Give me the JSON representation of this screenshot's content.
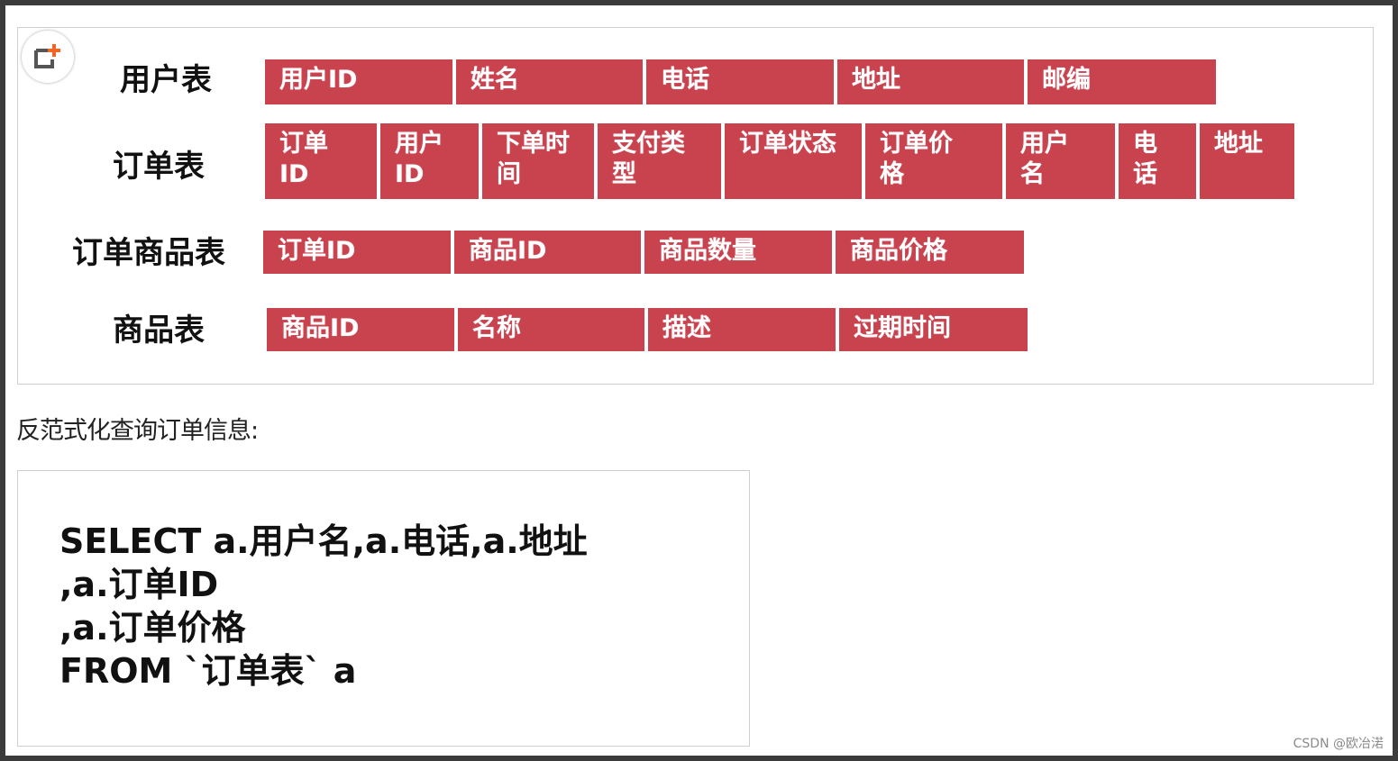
{
  "tables": [
    {
      "name": "用户表",
      "fields": [
        "用户ID",
        "姓名",
        "电话",
        "地址",
        "邮编"
      ]
    },
    {
      "name": "订单表",
      "fields": [
        "订单\nID",
        "用户\nID",
        "下单时\n间",
        "支付类\n型",
        "订单状态",
        "订单价\n格",
        "用户\n名",
        "电\n话",
        "地址"
      ]
    },
    {
      "name": "订单商品表",
      "fields": [
        "订单ID",
        "商品ID",
        "商品数量",
        "商品价格"
      ]
    },
    {
      "name": "商品表",
      "fields": [
        "商品ID",
        "名称",
        "描述",
        "过期时间"
      ]
    }
  ],
  "caption": "反范式化查询订单信息:",
  "sql_lines": [
    "SELECT a.用户名,a.电话,a.地址",
    ",a.订单ID",
    ",a.订单价格",
    "FROM `订单表` a"
  ],
  "watermark": "CSDN @欧冶渃",
  "colors": {
    "field_bg": "#c9434f",
    "badge_accent": "#f26522"
  },
  "icons": {
    "badge": "add-note-icon"
  }
}
